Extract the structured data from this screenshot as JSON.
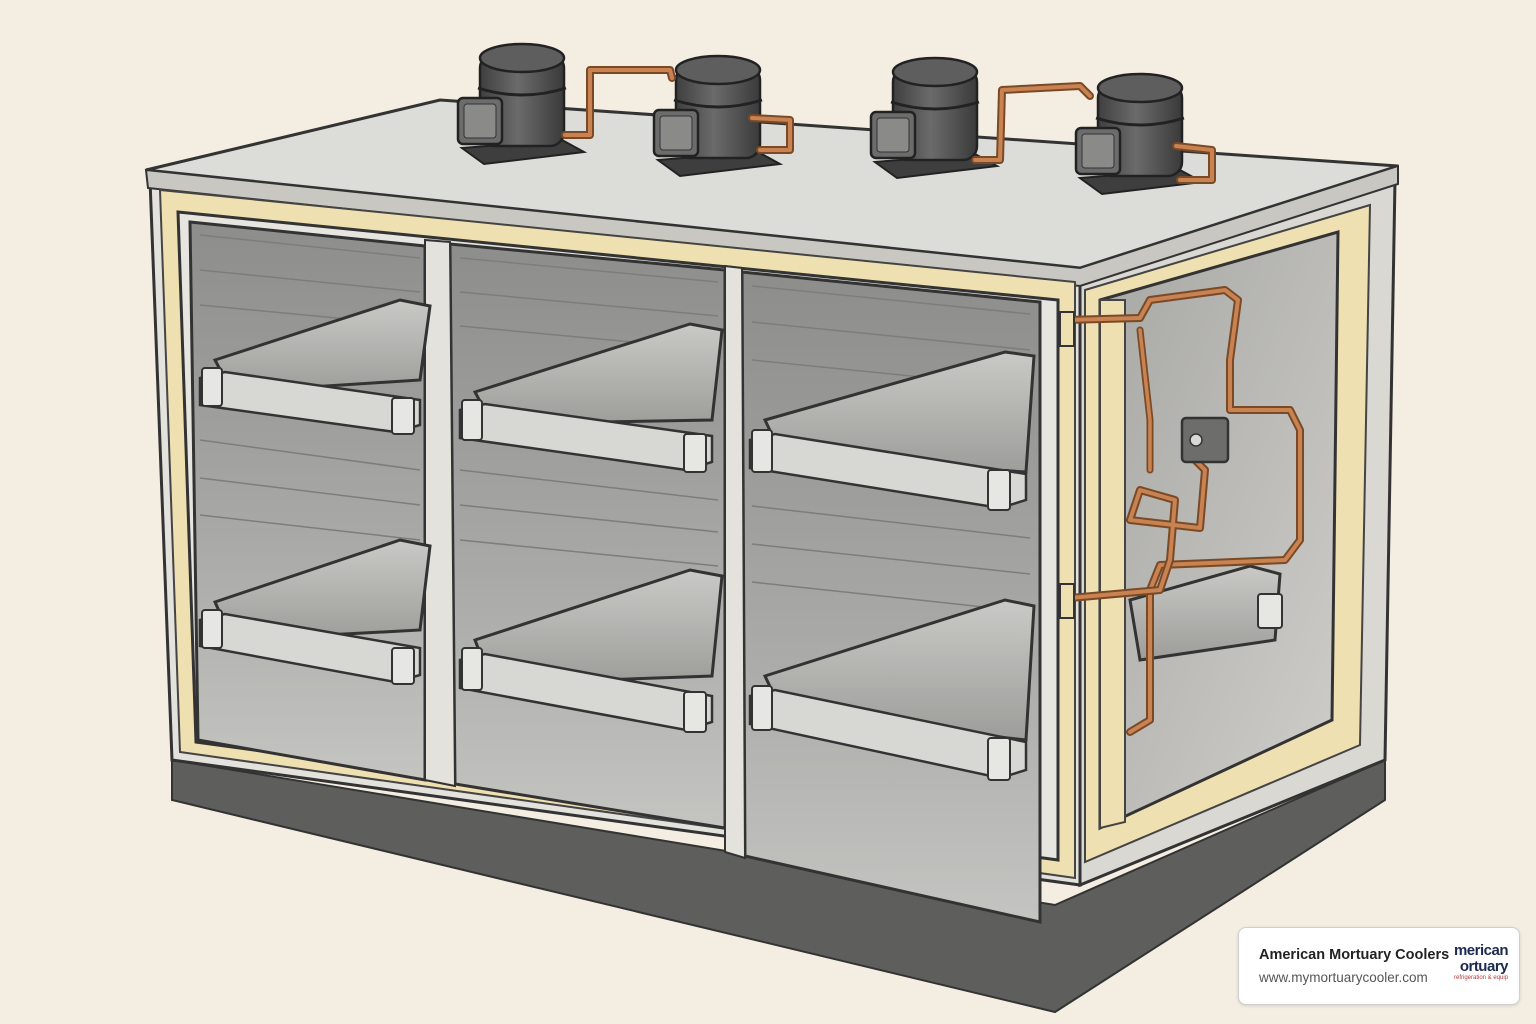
{
  "scene": {
    "subject": "refrigerated-storage-unit",
    "compressor_count": 4,
    "compartment_count": 3,
    "tray_count": 7,
    "colors": {
      "background": "#f3ede2",
      "cabinet": "#e3e2dd",
      "insulation_frame": "#efe0b2",
      "interior": "#9a9a98",
      "copper_pipe": "#b9713f",
      "compressor": "#555555"
    }
  },
  "brand": {
    "name": "American Mortuary Coolers",
    "url": "www.mymortuarycooler.com",
    "logo_line1": "merican",
    "logo_line2": "ortuary",
    "logo_subtext": "refrigeration & equipment made easy to comply"
  }
}
